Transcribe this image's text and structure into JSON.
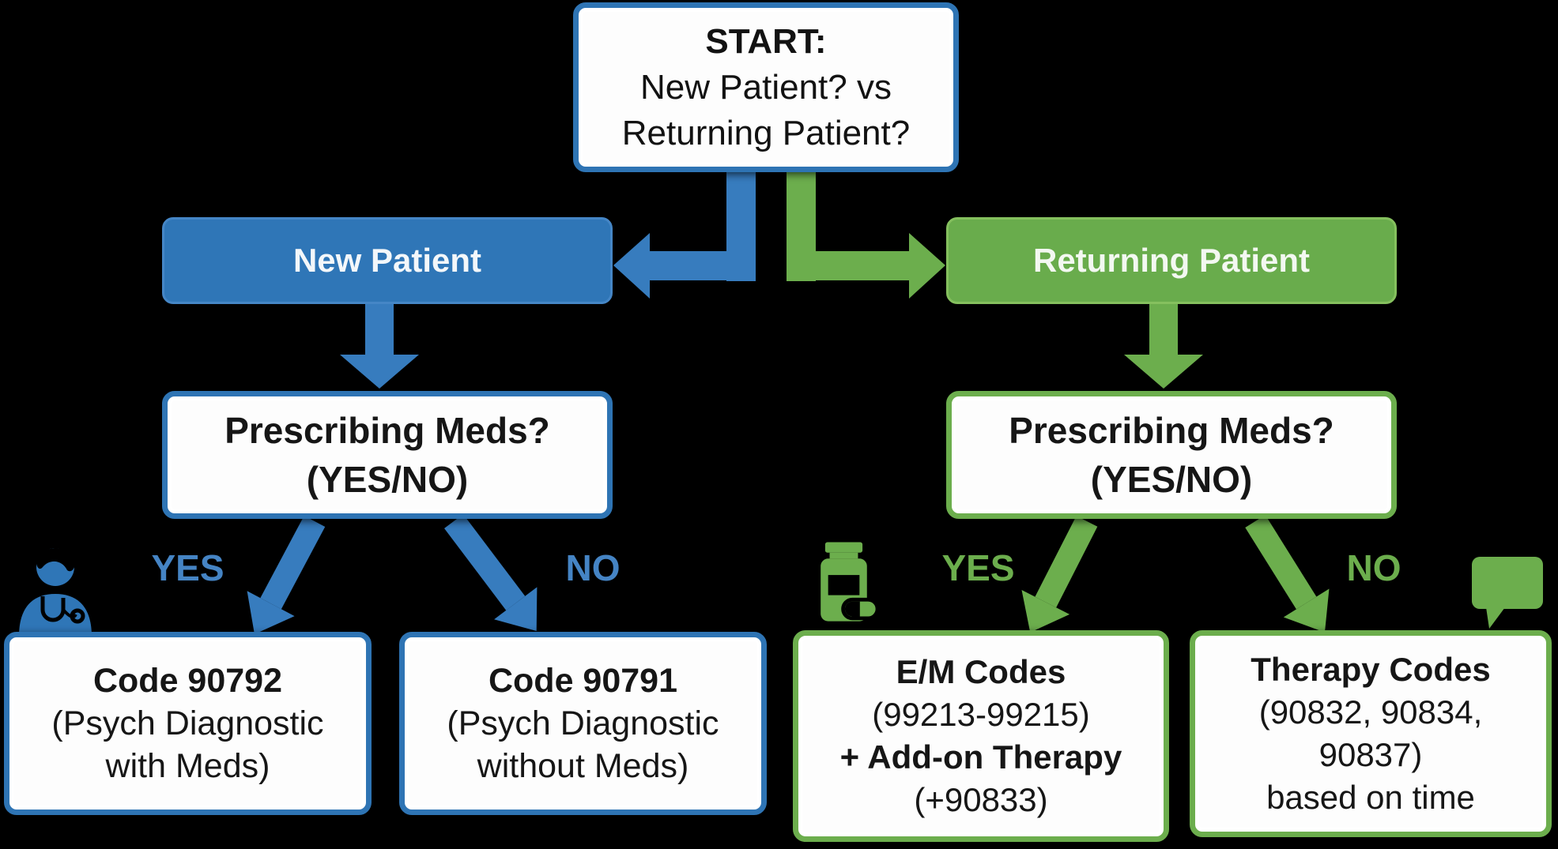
{
  "colors": {
    "background": "#000000",
    "blue": "#2f76b7",
    "blue_border": "#2e74b4",
    "green": "#69ac4c",
    "green_border": "#6cae4d",
    "box_fill": "#fdfdfd",
    "text_dark": "#161616",
    "text_light": "#f3f7fa"
  },
  "nodes": {
    "start": {
      "lines": [
        "START:",
        "New Patient? vs",
        "Returning Patient?"
      ]
    },
    "new_patient": {
      "label": "New Patient"
    },
    "returning_patient": {
      "label": "Returning Patient"
    },
    "prescribing_left": {
      "lines": [
        "Prescribing Meds?",
        "(YES/NO)"
      ]
    },
    "prescribing_right": {
      "lines": [
        "Prescribing Meds?",
        "(YES/NO)"
      ]
    },
    "outcome_90792": {
      "lines": [
        "Code 90792",
        "(Psych Diagnostic",
        "with Meds)"
      ]
    },
    "outcome_90791": {
      "lines": [
        "Code 90791",
        "(Psych Diagnostic",
        "without Meds)"
      ]
    },
    "outcome_em": {
      "lines": [
        "E/M Codes",
        "(99213-99215)",
        "+ Add-on Therapy",
        "(+90833)"
      ]
    },
    "outcome_therapy": {
      "lines": [
        "Therapy Codes",
        "(90832, 90834,",
        "90837)",
        "based on time"
      ]
    }
  },
  "labels": {
    "left_yes": "YES",
    "left_no": "NO",
    "right_yes": "YES",
    "right_no": "NO"
  },
  "icons": {
    "doctor": "doctor-icon",
    "pill_bottle": "pill-bottle-icon",
    "speech_bubble": "speech-bubble-icon"
  }
}
